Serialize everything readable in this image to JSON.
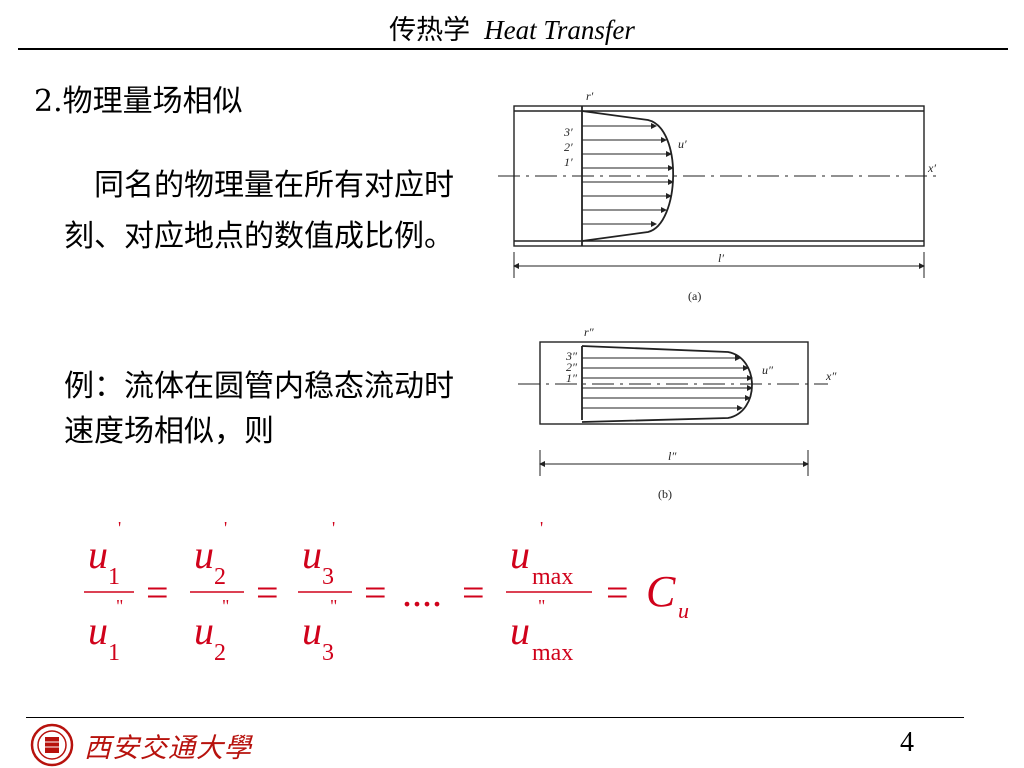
{
  "header": {
    "title_cn": "传热学",
    "title_en": "Heat Transfer"
  },
  "section_title": "2.物理量场相似",
  "paragraph1": "　同名的物理量在所有对应时刻、对应地点的数值成比例。",
  "paragraph2": "例：流体在圆管内稳态流动时速度场相似，则",
  "figure_a": {
    "r": "r′",
    "l": "1′",
    "m": "2′",
    "n": "3′",
    "u": "u′",
    "x": "x′",
    "len": "l′",
    "caption": "(a)"
  },
  "figure_b": {
    "r": "r″",
    "l": "1″",
    "m": "2″",
    "n": "3″",
    "u": "u″",
    "x": "x″",
    "len": "l″",
    "caption": "(b)"
  },
  "formula": {
    "u": "u",
    "sub1": "1",
    "sub2": "2",
    "sub3": "3",
    "submax": "max",
    "prime": "'",
    "dprime": "\"",
    "eq": "=",
    "dots": "....",
    "C": "C",
    "Csub": "u"
  },
  "footer": {
    "university": "西安交通大學",
    "page": "4"
  },
  "colors": {
    "formula": "#d0021b",
    "university": "#b7120d"
  }
}
